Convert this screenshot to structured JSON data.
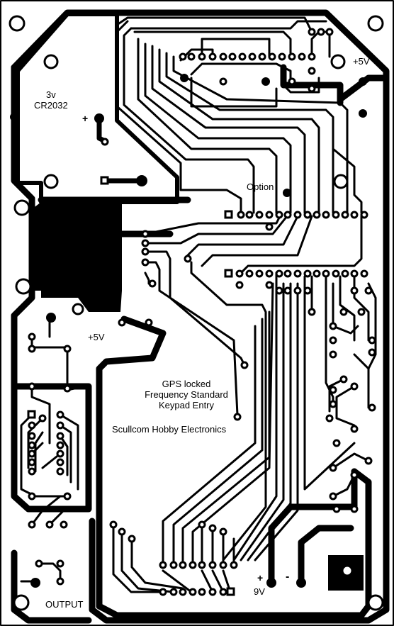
{
  "labels": {
    "battery_voltage": "3v",
    "battery_type": "CR2032",
    "battery_plus": "+",
    "supply_top": "+5V",
    "option": "Option",
    "supply_mid": "+5V",
    "desc_line1": "GPS locked",
    "desc_line2": "Frequency Standard",
    "desc_line3": "Keypad Entry",
    "company": "Scullcom Hobby Electronics",
    "power_plus": "+",
    "power_minus": "-",
    "power_voltage": "9V",
    "output": "OUTPUT"
  },
  "colors": {
    "copper": "#000000",
    "board": "#ffffff"
  }
}
